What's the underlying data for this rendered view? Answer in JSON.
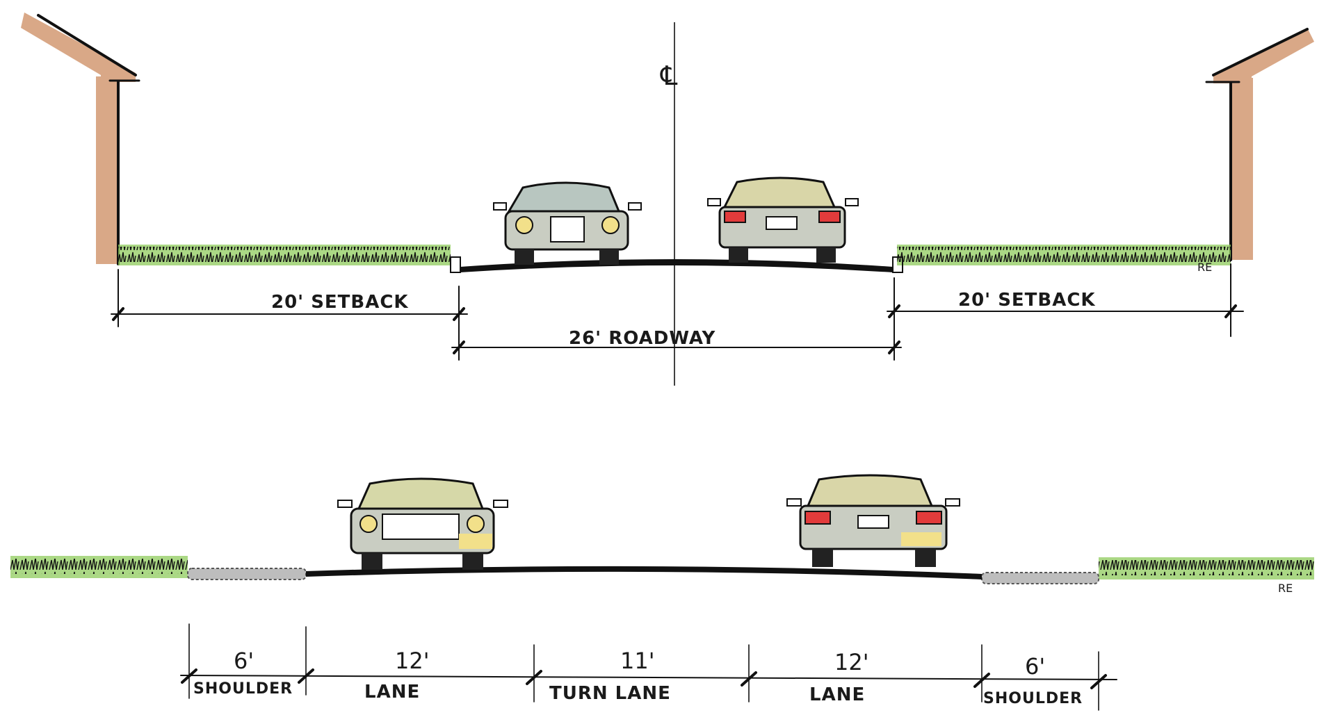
{
  "colors": {
    "ink": "#111111",
    "wall": "#d9a887",
    "grass": "#7cc04a",
    "car_body": "#c9cdc2",
    "car_glass": "#b8c6c0",
    "car_accent_yellow": "#f2e08a",
    "tail_light": "#e23b3b",
    "gravel": "#8a8a8a"
  },
  "section_top": {
    "centerline_symbol": "℄",
    "signature": "RE",
    "dimensions": {
      "left_setback": "20' SETBACK",
      "roadway": "26' ROADWAY",
      "right_setback": "20' SETBACK"
    }
  },
  "section_bottom": {
    "signature": "RE",
    "segments": [
      {
        "width": "6'",
        "label": "SHOULDER"
      },
      {
        "width": "12'",
        "label": "LANE"
      },
      {
        "width": "11'",
        "label": "TURN LANE"
      },
      {
        "width": "12'",
        "label": "LANE"
      },
      {
        "width": "6'",
        "label": "SHOULDER"
      }
    ]
  }
}
